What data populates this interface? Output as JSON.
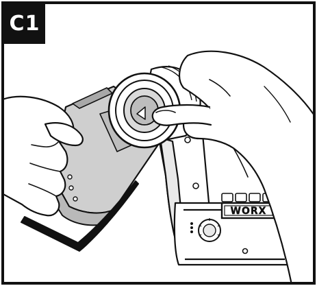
{
  "step": {
    "label": "C1"
  },
  "product": {
    "brand_label": "WORX",
    "tool": "cordless-multi-tool",
    "accessory": "sanding-pad"
  },
  "colors": {
    "frame": "#111111",
    "badge_bg": "#111111",
    "badge_text": "#ffffff",
    "tool_body": "#ffffff",
    "accessory_fill": "#cfcfcf",
    "line": "#111111"
  },
  "icons": {
    "thumb_action": "press-thumb-icon",
    "hand_holding": "holding-hand-icon",
    "arrow_mark": "triangle-arrow-icon"
  }
}
